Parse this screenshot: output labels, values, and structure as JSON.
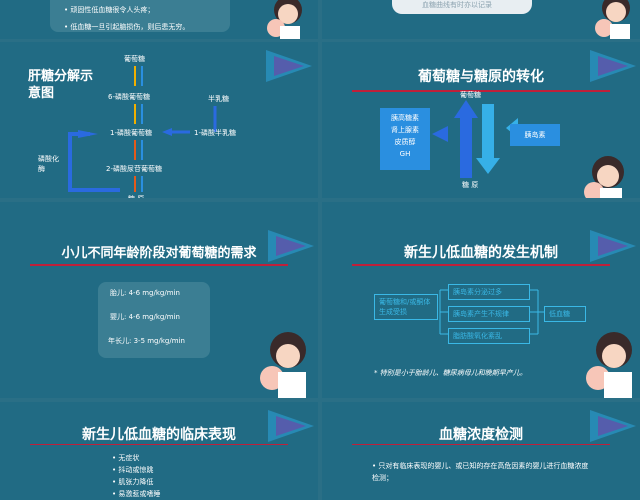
{
  "slide0": {
    "bullet1": "顽固性低血糖很令人头疼；",
    "bullet2": "低血糖一旦引起脑损伤，则后患无穷。"
  },
  "slide1": {
    "note": "血糖曲线有时亦以记录"
  },
  "slide2": {
    "title": "肝糖分解示意图",
    "glucose": "葡萄糖",
    "g6p": "6-磷酸葡萄糖",
    "g1p": "1-磷酸葡萄糖",
    "udpg": "2-磷酸尿苷葡萄糖",
    "glycogen": "糖 原",
    "galactose": "半乳糖",
    "gal1p": "1-磷酸半乳糖",
    "phosphorylase": "磷酸化酶"
  },
  "slide3": {
    "title": "葡萄糖与糖原的转化",
    "glucose": "葡萄糖",
    "hormones": [
      "胰高糖素",
      "肾上腺素",
      "皮质醇",
      "GH"
    ],
    "insulin": "胰岛素",
    "glycogen": "糖  原"
  },
  "slide4": {
    "title": "小儿不同年龄阶段对葡萄糖的需求",
    "rows": [
      "胎儿: 4-6 mg/kg/min",
      "婴儿: 4-6 mg/kg/min",
      "年长儿: 3-5 mg/kg/min"
    ]
  },
  "slide5": {
    "title": "新生儿低血糖的发生机制",
    "left": "葡萄糖和/或酮体生成受损",
    "items": [
      "胰岛素分泌过多",
      "胰岛素产生不规律",
      "脂肪酸氧化紊乱"
    ],
    "result": "低血糖",
    "note": "* 特别是小于胎龄儿、糖尿病母儿和晚期早产儿。"
  },
  "slide6": {
    "title": "新生儿低血糖的临床表现",
    "items": [
      "无症状",
      "抖动或惊跳",
      "肌张力降低",
      "易激惹或嗜睡"
    ]
  },
  "slide7": {
    "title": "血糖浓度检测",
    "bullet": "只对有临床表现的婴儿、或已知的存在高危因素的婴儿进行血糖浓度检测；"
  },
  "colors": {
    "bg": "#216b84",
    "accent_red": "#c0203a",
    "box_blue": "#2a8fe0",
    "cyan": "#3ab8e6",
    "orange": "#e8891a"
  }
}
